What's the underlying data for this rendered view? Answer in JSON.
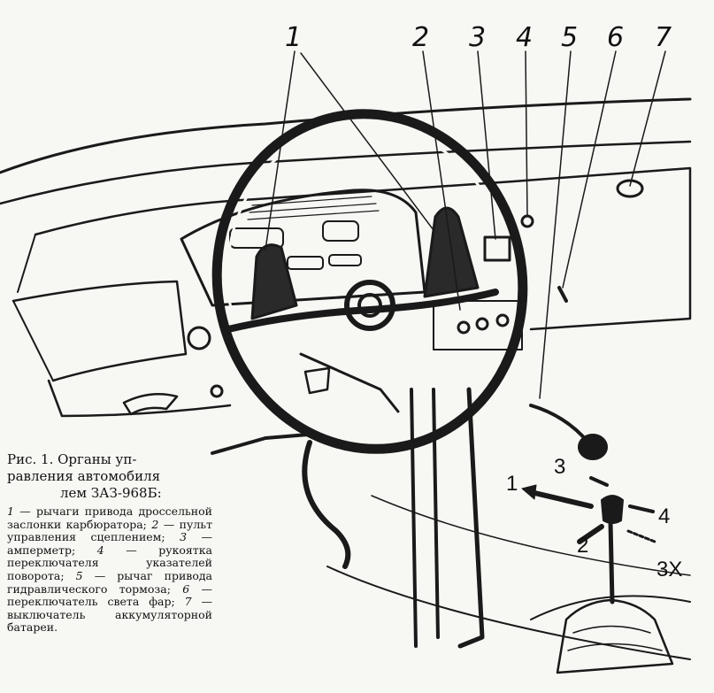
{
  "callouts": [
    "1",
    "2",
    "3",
    "4",
    "5",
    "6",
    "7"
  ],
  "gear_positions": [
    "1",
    "2",
    "3",
    "4",
    "3X"
  ],
  "caption": {
    "title_line1": "Рис. 1. Органы уп-",
    "title_line2": "равления автомобиля",
    "title_line3": "лем ЗАЗ-968Б:",
    "legend": [
      {
        "n": "1",
        "text": " — рычаги привода дроссельной заслонки карбюратора; "
      },
      {
        "n": "2",
        "text": " — пульт управления сцеплением; "
      },
      {
        "n": "3",
        "text": " — амперметр; "
      },
      {
        "n": "4",
        "text": " — рукоятка переключателя указателей поворота; "
      },
      {
        "n": "5",
        "text": " — рычаг привода гидравлического тормоза; "
      },
      {
        "n": "6",
        "text": " — переключатель света фар; "
      },
      {
        "n": "7",
        "text": " — выключатель аккумуляторной батареи."
      }
    ]
  }
}
